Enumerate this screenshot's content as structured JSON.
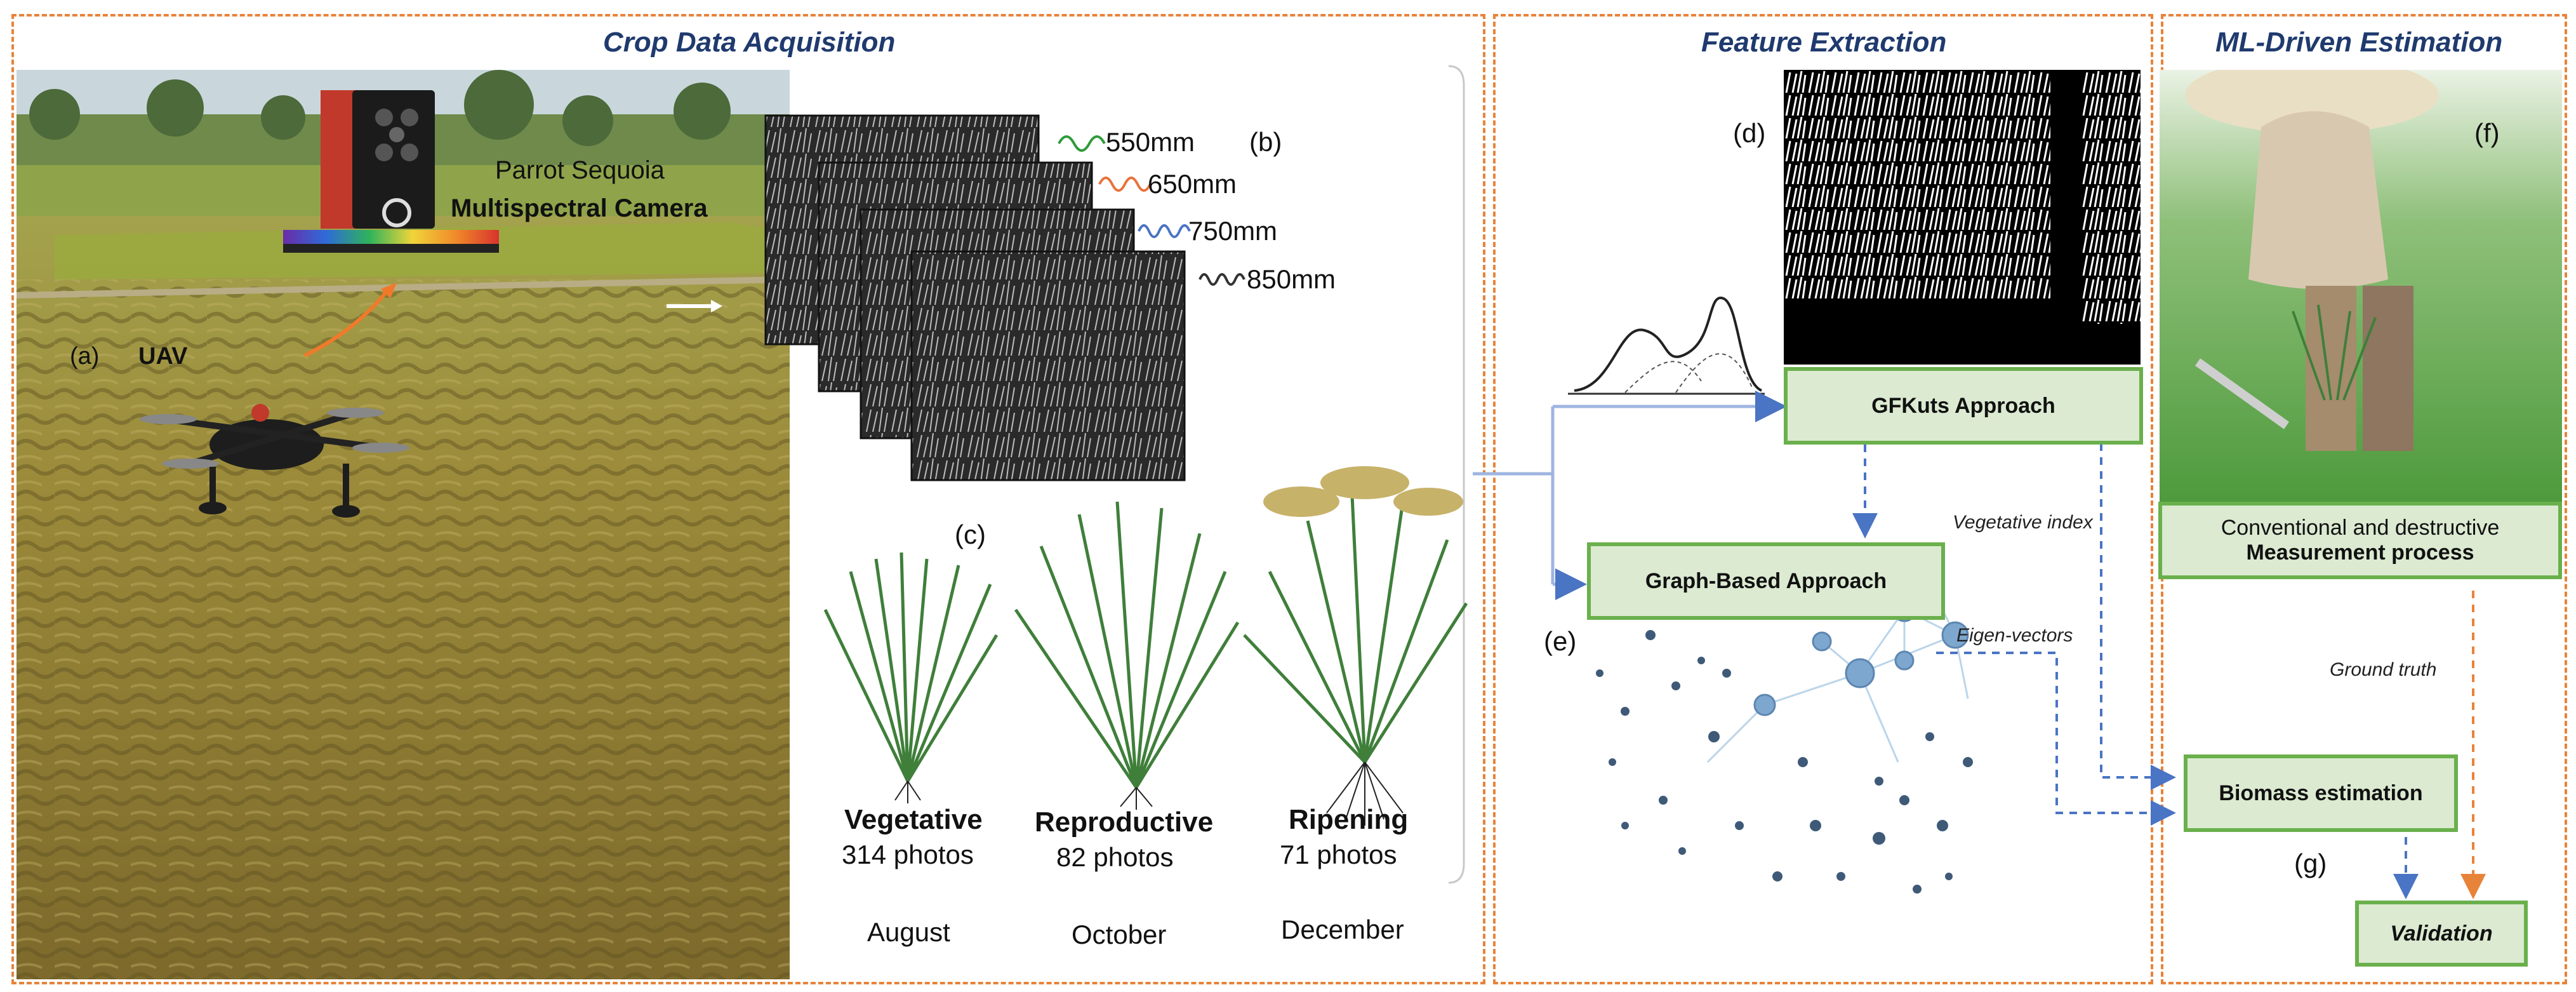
{
  "panels": {
    "acquisition": "Crop Data Acquisition",
    "feature": "Feature Extraction",
    "ml": "ML-Driven Estimation"
  },
  "labels": {
    "a": "(a)",
    "b": "(b)",
    "c": "(c)",
    "d": "(d)",
    "e": "(e)",
    "f": "(f)",
    "g": "(g)",
    "uav": "UAV",
    "camera_line1": "Parrot Sequoia",
    "camera_line2": "Multispectral Camera"
  },
  "bands": [
    "550mm",
    "650mm",
    "750mm",
    "850mm"
  ],
  "stages": [
    {
      "name": "Vegetative",
      "photos": "314 photos",
      "month": "August"
    },
    {
      "name": "Reproductive",
      "photos": "82 photos",
      "month": "October"
    },
    {
      "name": "Ripening",
      "photos": "71 photos",
      "month": "December"
    }
  ],
  "boxes": {
    "gfkuts": "GFKuts Approach",
    "graph": "Graph-Based Approach",
    "measure_line1": "Conventional and destructive",
    "measure_line2": "Measurement process",
    "biomass": "Biomass estimation",
    "validation": "Validation"
  },
  "annotations": {
    "vegetative_index": "Vegetative index",
    "eigen_vectors": "Eigen-vectors",
    "ground_truth": "Ground truth"
  },
  "colors": {
    "panel_border": "#e8833a",
    "title": "#1f3a6e",
    "box_fill": "#dbead1",
    "box_border": "#6ab04c",
    "arrow_blue": "#4a74c4",
    "arrow_orange": "#e8833a"
  }
}
